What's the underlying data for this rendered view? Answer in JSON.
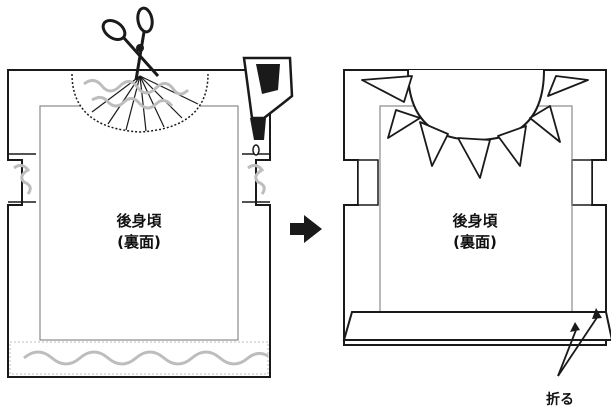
{
  "left_panel": {
    "label_line1": "後身頃",
    "label_line2": "(裏面)"
  },
  "right_panel": {
    "label_line1": "後身頃",
    "label_line2": "(裏面)",
    "fold_label": "折る"
  },
  "colors": {
    "stroke": "#1a1a1a",
    "inner_line": "#8a8a8a",
    "glue": "#bdbdbd",
    "fill": "#ffffff"
  },
  "icons": [
    "scissors-icon",
    "glue-bottle-icon",
    "arrow-right-icon"
  ]
}
